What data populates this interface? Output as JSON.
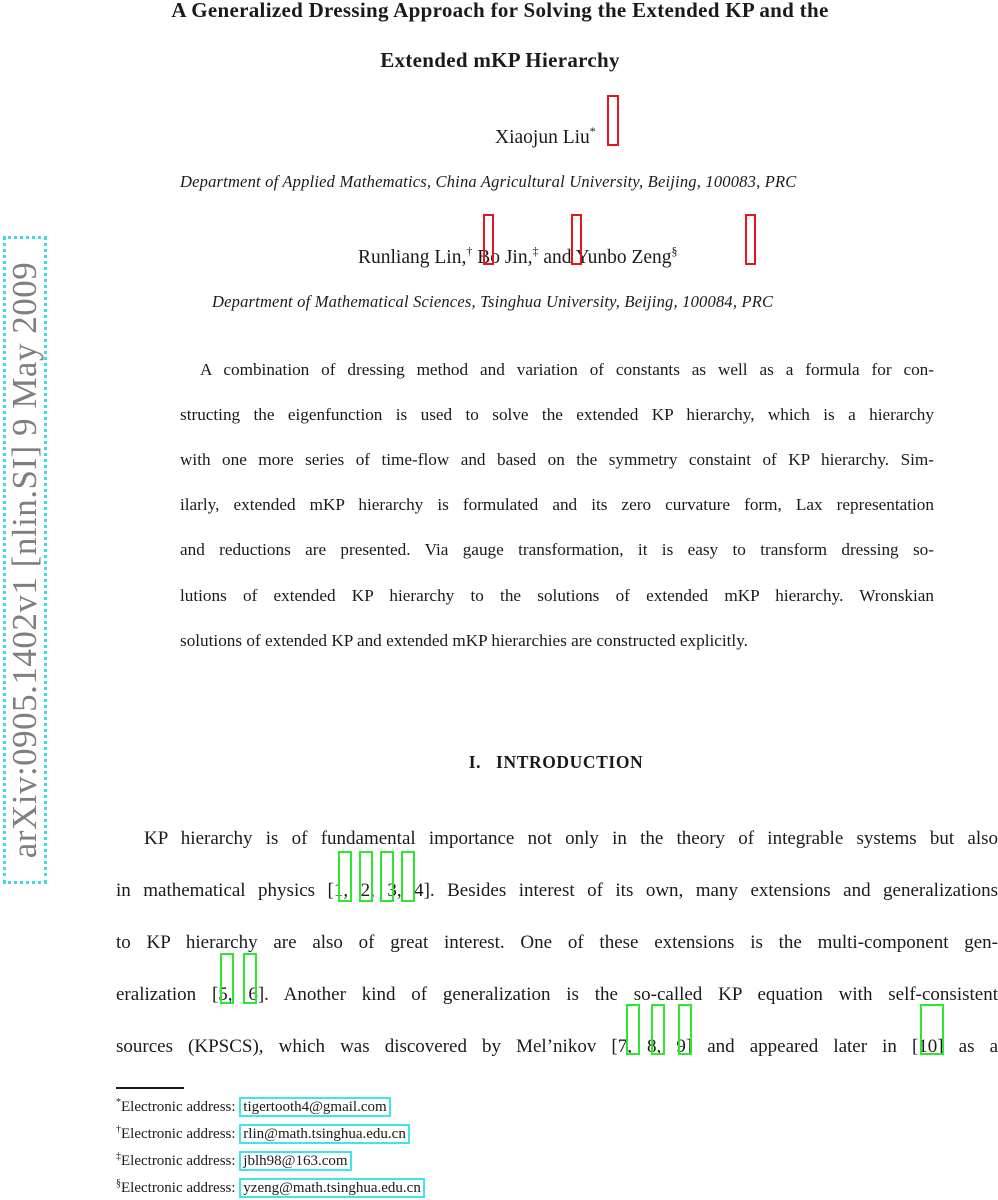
{
  "sidebar_stamp": {
    "text": "arXiv:0905.1402v1  [nlin.SI]  9 May 2009",
    "border_color": "#3ed8e6"
  },
  "title": {
    "line1": "A Generalized Dressing Approach for Solving the Extended KP and the",
    "line2": "Extended mKP Hierarchy"
  },
  "authors": {
    "group1": {
      "name": "Xiaojun  Liu",
      "mark": "*"
    },
    "affiliation1": "Department of Applied Mathematics, China Agricultural University, Beijing, 100083, PRC",
    "group2": [
      {
        "name": "Runliang  Lin,",
        "mark": "†"
      },
      {
        "name": " Bo  Jin,",
        "mark": "‡"
      },
      {
        "name": " and  Yunbo  Zeng",
        "mark": "§"
      }
    ],
    "affiliation2": "Department of Mathematical Sciences, Tsinghua University, Beijing, 100084, PRC"
  },
  "abstract": {
    "lines": [
      "A combination of dressing method and variation of constants as well as a formula for con-",
      "structing the eigenfunction is used to solve the extended KP hierarchy, which is a hierarchy",
      "with one more series of time-flow and based on the symmetry constaint of KP hierarchy. Sim-",
      "ilarly, extended mKP hierarchy is formulated and its zero curvature form, Lax representation",
      "and reductions are presented. Via gauge transformation, it is easy to transform dressing so-",
      "lutions of extended KP hierarchy to the solutions of extended mKP hierarchy. Wronskian",
      "solutions of extended KP and extended mKP hierarchies are constructed explicitly."
    ]
  },
  "section": {
    "number": "I.",
    "title": "INTRODUCTION"
  },
  "intro": {
    "line1": "KP hierarchy is of fundamental importance not only in the theory of integrable systems but also",
    "line2_pre": "in mathematical physics [",
    "line2_cites": [
      "1",
      "2",
      "3",
      "4"
    ],
    "line2_post": "]. Besides interest of its own, many extensions and generalizations",
    "line3": "to KP hierarchy are also of great interest. One of these extensions is the multi-component gen-",
    "line4_pre": "eralization [",
    "line4_cites": [
      "5",
      "6"
    ],
    "line4_post": "]. Another kind of generalization is the so-called KP equation with self-consistent",
    "line5_pre": "sources (KPSCS), which was discovered by Mel’nikov [",
    "line5_cites": [
      "7",
      "8",
      "9"
    ],
    "line5_mid": "] and appeared later in [",
    "line5_cite2": "10",
    "line5_post": "] as a"
  },
  "footnotes": [
    {
      "mark": "*",
      "label": "Electronic address: ",
      "email": "tigertooth4@gmail.com"
    },
    {
      "mark": "†",
      "label": "Electronic address: ",
      "email": "rlin@math.tsinghua.edu.cn"
    },
    {
      "mark": "‡",
      "label": "Electronic address: ",
      "email": "jblh98@163.com"
    },
    {
      "mark": "§",
      "label": "Electronic address: ",
      "email": "yzeng@math.tsinghua.edu.cn"
    }
  ],
  "colors": {
    "footnote_link_box": "#3ee6ec",
    "citation_link_box": "#2ee82e",
    "author_mark_box": "#e8141e"
  }
}
